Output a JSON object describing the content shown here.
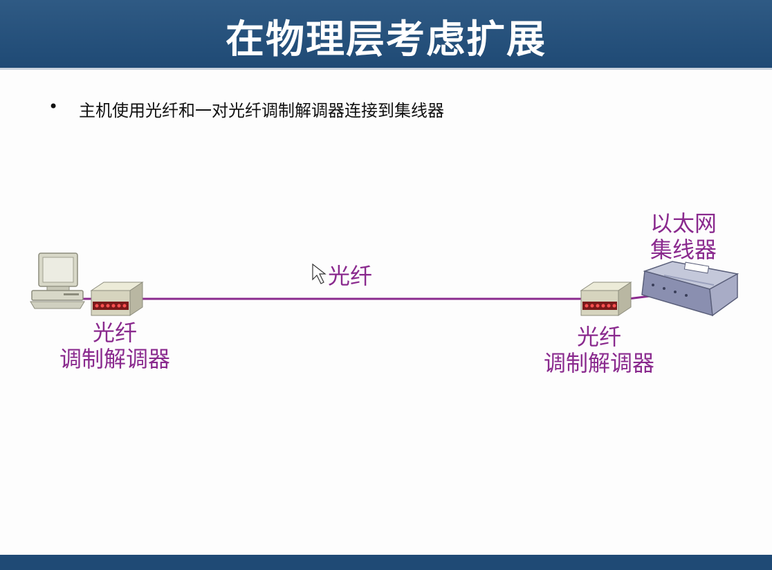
{
  "title": "在物理层考虑扩展",
  "bullet": "主机使用光纤和一对光纤调制解调器连接到集线器",
  "diagram": {
    "link_label": "光纤",
    "left_modem_label_line1": "光纤",
    "left_modem_label_line2": "调制解调器",
    "right_modem_label_line1": "光纤",
    "right_modem_label_line2": "调制解调器",
    "hub_label_line1": "以太网",
    "hub_label_line2": "集线器",
    "link_color": "#8a2a8e"
  }
}
